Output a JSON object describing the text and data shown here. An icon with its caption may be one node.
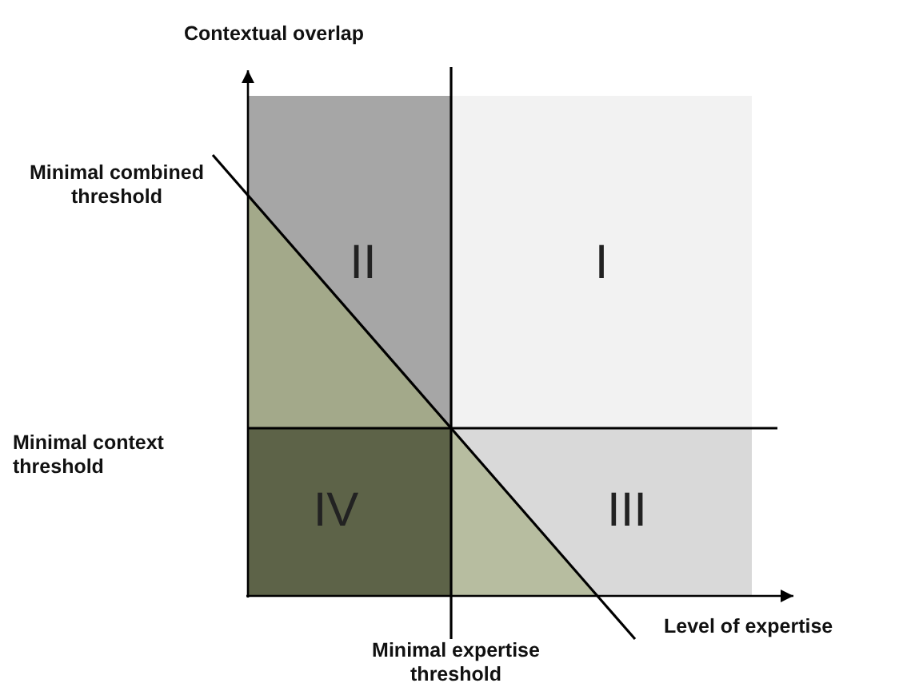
{
  "diagram": {
    "nodes": [
      {
        "text": [
          "II"
        ]
      },
      {
        "text": [
          "I"
        ]
      },
      {
        "text": [
          "IV"
        ]
      },
      {
        "text": [
          "III"
        ]
      }
    ],
    "labels": [
      "Contextual overlap",
      "Minimal combined threshold",
      "Minimal context threshold",
      "Level of expertise",
      "Minimal expertise threshold"
    ]
  }
}
